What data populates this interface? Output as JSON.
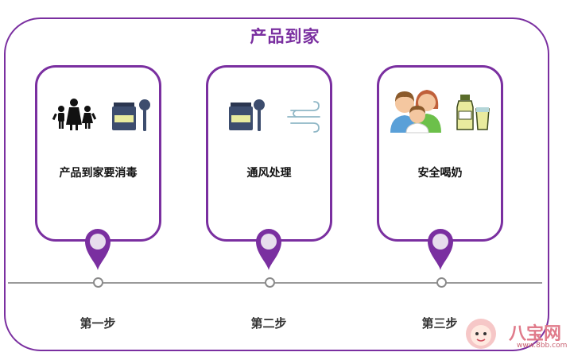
{
  "title": "产品到家",
  "cards": [
    {
      "label": "产品到家要消毒",
      "icons": [
        "family-icon",
        "milk-jar-icon",
        "spoon-icon"
      ]
    },
    {
      "label": "通风处理",
      "icons": [
        "milk-jar-icon",
        "spoon-icon",
        "wind-icon"
      ]
    },
    {
      "label": "安全喝奶",
      "icons": [
        "parents-child-icon",
        "milk-bottle-icon",
        "milk-cup-icon"
      ]
    }
  ],
  "steps": [
    "第一步",
    "第二步",
    "第三步"
  ],
  "watermark": {
    "text": "八宝网",
    "url": "www.8bb.com"
  },
  "colors": {
    "accent": "#7a2fa0",
    "timeline": "#9a9a9a",
    "jar": "#3d4d6e",
    "milk": "#e9eb9e"
  }
}
